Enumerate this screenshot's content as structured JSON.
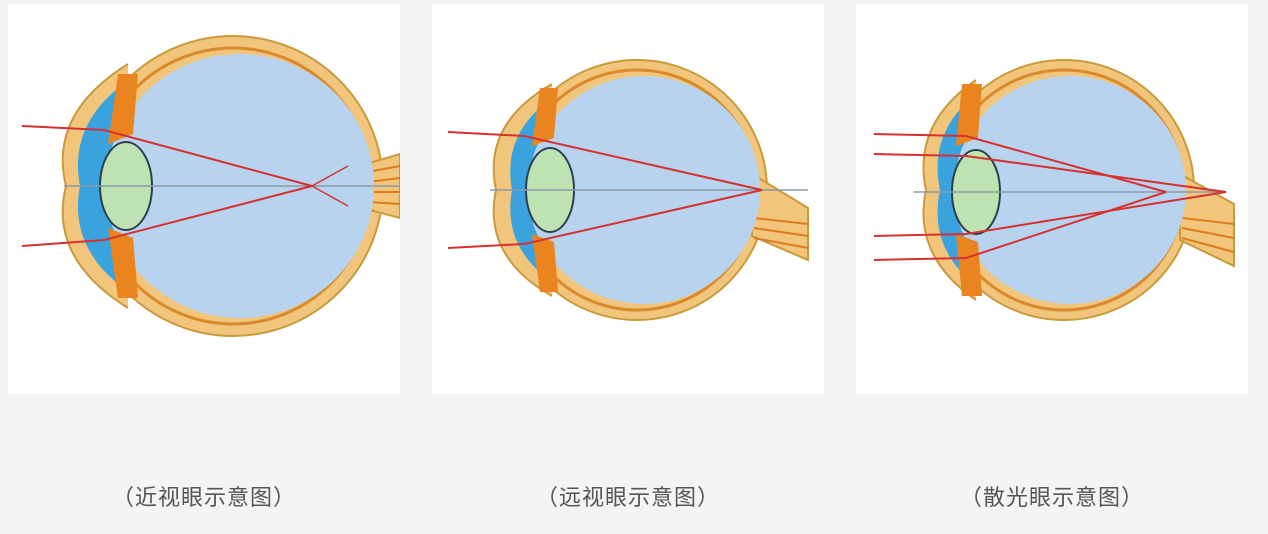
{
  "captions": {
    "myopia": "（近视眼示意图）",
    "hyperopia": "（远视眼示意图）",
    "astigmatism": "（散光眼示意图）"
  },
  "colors": {
    "background": "#f4f4f4",
    "panel": "#ffffff",
    "sclera": "#f2c57d",
    "sclera_outline": "#c99a3c",
    "vitreous": "#b8d3ee",
    "cornea_blue": "#3aa3de",
    "lens": "#bfe2b3",
    "iris": "#e9841e",
    "light_ray": "#d63030",
    "axis": "#8a9aa8"
  }
}
